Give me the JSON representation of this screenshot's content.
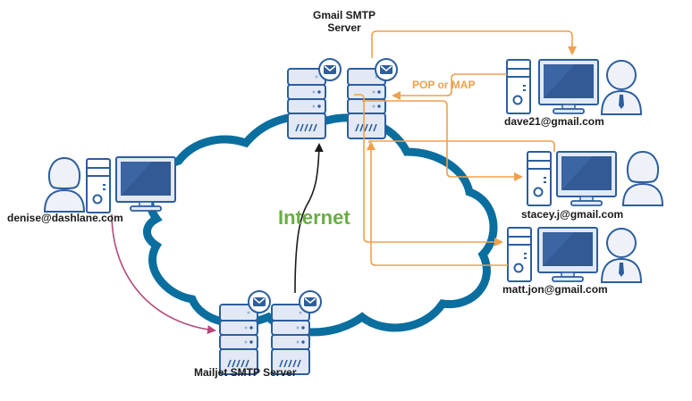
{
  "colors": {
    "cloud_stroke": "#0a6e9e",
    "device_stroke": "#2d5e9e",
    "device_fill": "#e2e9f4",
    "screen": "#3b65a3",
    "orange": "#f0a04b",
    "pink": "#b5487a",
    "black_arrow": "#1a1a1a",
    "internet_text": "#6aad45"
  },
  "cloud": {
    "label": "Internet"
  },
  "servers": {
    "gmail": {
      "label_line1": "Gmail SMTP",
      "label_line2": "Server"
    },
    "mailjet": {
      "label": "Mailjet SMTP Server"
    }
  },
  "protocol_label": "POP or MAP",
  "users": [
    {
      "id": "denise",
      "email": "denise@dashlane.com",
      "avatar": "female"
    },
    {
      "id": "dave",
      "email": "dave21@gmail.com",
      "avatar": "male"
    },
    {
      "id": "stacey",
      "email": "stacey.j@gmail.com",
      "avatar": "female"
    },
    {
      "id": "matt",
      "email": "matt.jon@gmail.com",
      "avatar": "male"
    }
  ],
  "icons": {
    "envelope": "envelope-icon",
    "server": "server-icon",
    "computer": "desktop-computer-icon",
    "user": "user-avatar-icon"
  }
}
